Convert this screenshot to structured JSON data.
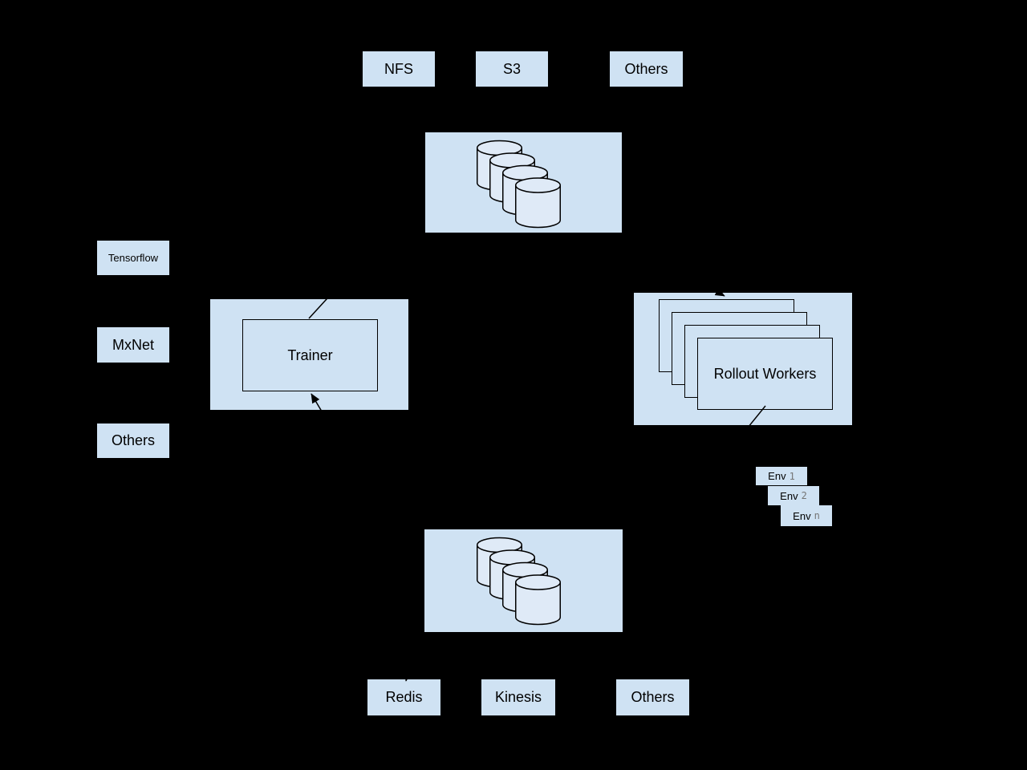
{
  "diagram": {
    "background_color": "#000000",
    "box_fill_color": "#cfe2f3",
    "cylinder_fill_color": "#dfeaf7",
    "line_color": "#000000",
    "env_index_color": "#757575"
  },
  "top_sources": {
    "items": [
      {
        "label": "NFS"
      },
      {
        "label": "S3"
      },
      {
        "label": "Others"
      }
    ]
  },
  "storage_top": {
    "icon": "database-cylinders-icon",
    "cylinder_count": 4
  },
  "frameworks": {
    "items": [
      {
        "label": "Tensorflow"
      },
      {
        "label": "MxNet"
      },
      {
        "label": "Others"
      }
    ]
  },
  "trainer": {
    "label": "Trainer"
  },
  "rollout_workers": {
    "label": "Rollout Workers",
    "stacked_count": 4
  },
  "environments": {
    "items": [
      {
        "prefix": "Env",
        "index": "1"
      },
      {
        "prefix": "Env",
        "index": "2"
      },
      {
        "prefix": "Env",
        "index": "n"
      }
    ]
  },
  "storage_bottom": {
    "icon": "database-cylinders-icon",
    "cylinder_count": 4
  },
  "bottom_sinks": {
    "items": [
      {
        "label": "Redis"
      },
      {
        "label": "Kinesis"
      },
      {
        "label": "Others"
      }
    ]
  }
}
